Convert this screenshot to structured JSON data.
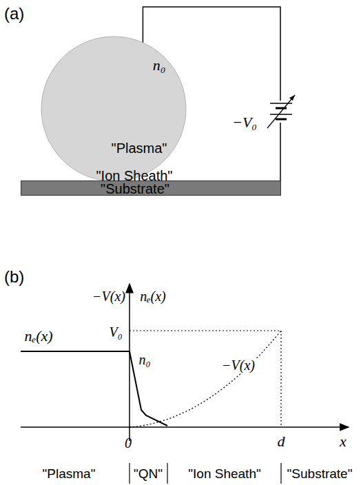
{
  "diagram": {
    "nodes": [
      {
        "text": [
          "n₀",
          "\"Plasma\"",
          "\"Ion Sheath\""
        ]
      },
      {
        "text": [
          "\"Substrate\""
        ]
      }
    ],
    "edges": [
      {
        "from": 0,
        "to": 1,
        "arrow": "none",
        "label": "−V₀"
      }
    ],
    "labels": [
      "(a)",
      "(b)",
      "−V(x)",
      "nₑ(x)",
      "V₀",
      "nₑ(x)",
      "n₀",
      "−V(x)",
      "0",
      "d",
      "x",
      "\"Plasma\"",
      "\"QN\"",
      "\"Ion Sheath\"",
      "\"Substrate\""
    ]
  }
}
